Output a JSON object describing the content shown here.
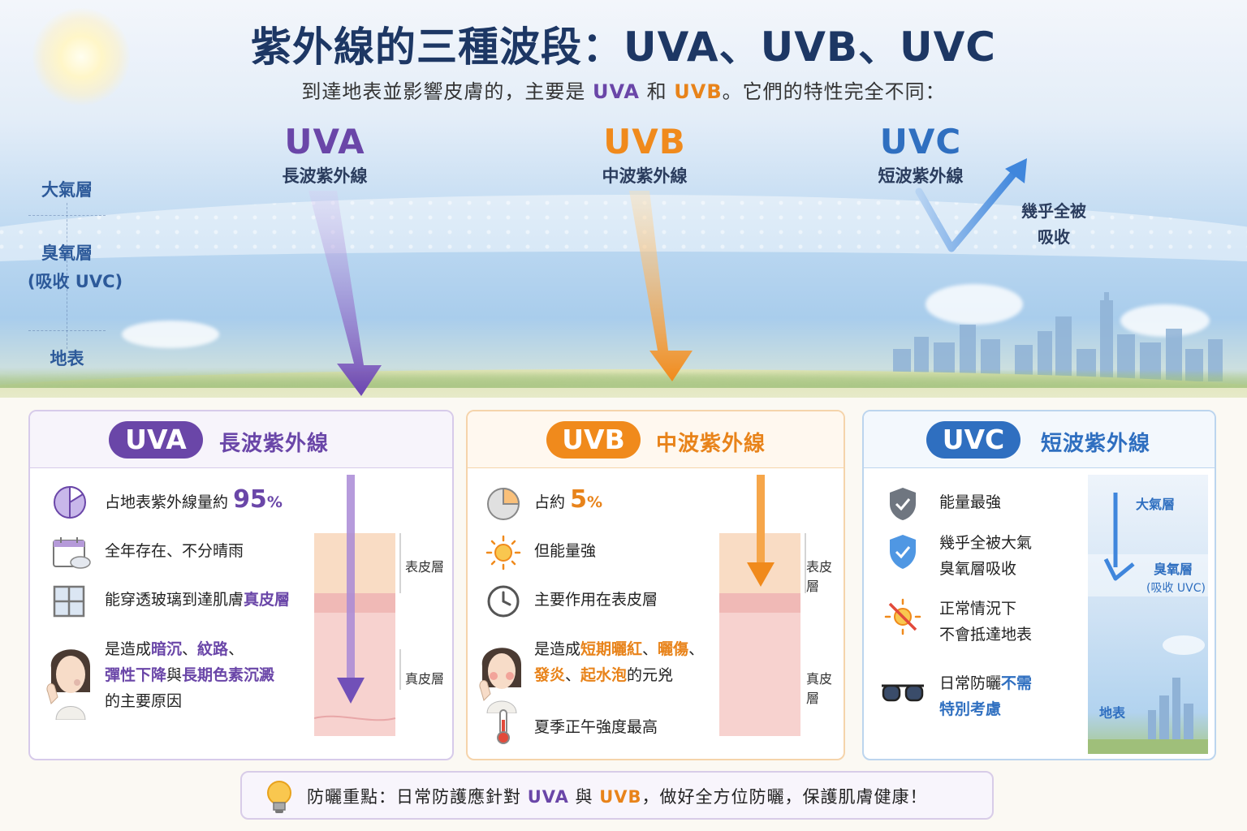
{
  "title": "紫外線的三種波段：UVA、UVB、UVC",
  "subtitle": {
    "prefix": "到達地表並影響皮膚的，主要是",
    "uva": "UVA",
    "and": "和",
    "uvb": "UVB",
    "suffix": "。它們的特性完全不同："
  },
  "layers": {
    "atmosphere": "大氣層",
    "ozone": "臭氧層",
    "ozone_note": "(吸收 UVC)",
    "ground": "地表"
  },
  "waves": {
    "uva": {
      "name": "UVA",
      "desc": "長波紫外線",
      "color": "#6a46a8"
    },
    "uvb": {
      "name": "UVB",
      "desc": "中波紫外線",
      "color": "#f08a1c"
    },
    "uvc": {
      "name": "UVC",
      "desc": "短波紫外線",
      "color": "#2f6fc0",
      "absorb": [
        "幾乎全被",
        "吸收"
      ]
    }
  },
  "cards": {
    "uva": {
      "pill": "UVA",
      "title": "長波紫外線",
      "r1_text": "占地表紫外線量約",
      "r1_pct": "95",
      "r1_unit": "%",
      "r2": "全年存在、不分晴雨",
      "r3_text": "能穿透玻璃到達肌膚",
      "r3_em": "真皮層",
      "r4_a": "是造成",
      "r4_b": "暗沉",
      "r4_c": "、",
      "r4_d": "紋路",
      "r4_e": "、",
      "r4_f": "彈性下降",
      "r4_g": "與",
      "r4_h": "長期色素沉澱",
      "r4_i": "的主要原因",
      "skin_top": "表皮層",
      "skin_bottom": "真皮層"
    },
    "uvb": {
      "pill": "UVB",
      "title": "中波紫外線",
      "r1_text": "占約",
      "r1_pct": "5",
      "r1_unit": "%",
      "r2": "但能量強",
      "r3": "主要作用在表皮層",
      "r4_a": "是造成",
      "r4_b": "短期曬紅",
      "r4_c": "、",
      "r4_d": "曬傷",
      "r4_e": "、",
      "r4_f": "發炎",
      "r4_g": "、",
      "r4_h": "起水泡",
      "r4_i": "的元兇",
      "r5": "夏季正午強度最高",
      "skin_top": "表皮層",
      "skin_bottom": "真皮層"
    },
    "uvc": {
      "pill": "UVC",
      "title": "短波紫外線",
      "r1": "能量最強",
      "r2_a": "幾乎全被大氣",
      "r2_b": "臭氧層吸收",
      "r3_a": "正常情況下",
      "r3_b": "不會抵達地表",
      "r4_a": "日常防曬",
      "r4_b": "不需",
      "r4_c": "特別考慮",
      "mini_atm": "大氣層",
      "mini_ozone": "臭氧層",
      "mini_ozone_note": "(吸收 UVC)",
      "mini_ground": "地表"
    }
  },
  "tip": {
    "a": "防曬重點：日常防護應針對",
    "uva": "UVA",
    "and": "與",
    "uvb": "UVB",
    "b": "，做好全方位防曬，保護肌膚健康！"
  }
}
